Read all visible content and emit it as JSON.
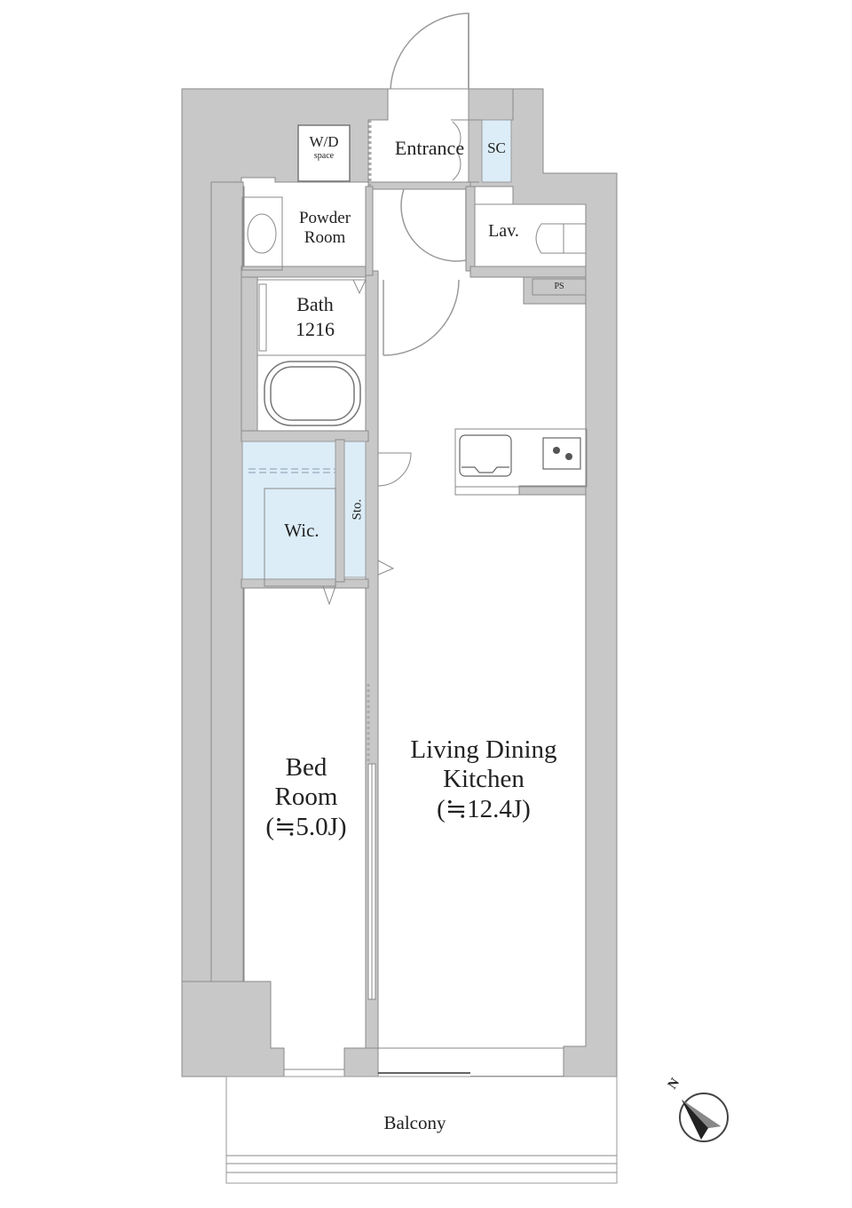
{
  "floor_plan": {
    "rooms": [
      {
        "id": "wd",
        "label": "W/D",
        "sublabel": "space"
      },
      {
        "id": "entrance",
        "label": "Entrance"
      },
      {
        "id": "sc",
        "label": "SC"
      },
      {
        "id": "powder",
        "label_line1": "Powder",
        "label_line2": "Room"
      },
      {
        "id": "lav",
        "label": "Lav."
      },
      {
        "id": "ps",
        "label": "PS"
      },
      {
        "id": "bath",
        "label_line1": "Bath",
        "label_line2": "1216"
      },
      {
        "id": "wic",
        "label": "Wic."
      },
      {
        "id": "sto",
        "label": "Sto."
      },
      {
        "id": "ldk",
        "label_line1": "Living Dining",
        "label_line2": "Kitchen",
        "area": "(≒12.4J)"
      },
      {
        "id": "bed",
        "label_line1": "Bed",
        "label_line2": "Room",
        "area": "(≒5.0J)"
      },
      {
        "id": "balcony",
        "label": "Balcony"
      }
    ],
    "compass": {
      "label": "N"
    },
    "colors": {
      "wall": "#c8c8c8",
      "storage": "#dcedf8",
      "line": "#9a9a9a"
    }
  }
}
